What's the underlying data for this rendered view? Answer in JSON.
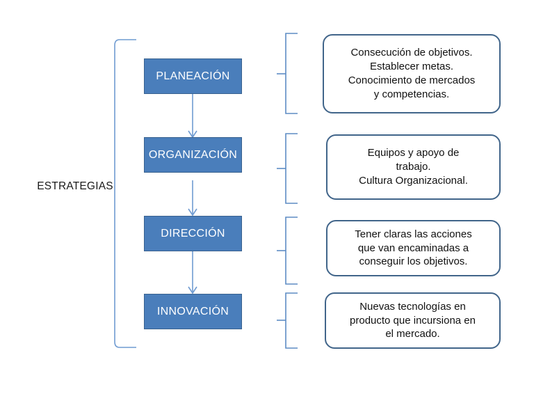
{
  "diagram": {
    "title": "ESTRATEGIAS",
    "group_label": "ESTRATEGIAS",
    "colors": {
      "box_fill": "#4a7ebb",
      "box_border": "#38618f",
      "box_text": "#ffffff",
      "callout_border": "#41658a",
      "callout_fill": "#ffffff",
      "connector": "#6f9bd1",
      "bracket": "#4a7ebb",
      "background": "#ffffff",
      "label_text": "#1a1a1a"
    }
  },
  "stages": [
    {
      "id": "planeacion",
      "label": "PLANEACIÓN",
      "detail": "Consecución de objetivos.\nEstablecer metas.\nConocimiento de mercados\ny competencias."
    },
    {
      "id": "organizacion",
      "label": "ORGANIZACIÓN",
      "detail": "Equipos y apoyo de\ntrabajo.\nCultura Organizacional."
    },
    {
      "id": "direccion",
      "label": "DIRECCIÓN",
      "detail": "Tener claras las acciones\nque van encaminadas a\nconseguir los objetivos."
    },
    {
      "id": "innovacion",
      "label": "INNOVACIÓN",
      "detail": "Nuevas tecnologías en\nproducto que incursiona en\nel mercado."
    }
  ],
  "connectors": [
    {
      "from": "planeacion",
      "to": "organizacion",
      "icon": "down-arrow-icon"
    },
    {
      "from": "organizacion",
      "to": "direccion",
      "icon": "down-arrow-icon"
    },
    {
      "from": "direccion",
      "to": "innovacion",
      "icon": "down-arrow-icon"
    }
  ]
}
